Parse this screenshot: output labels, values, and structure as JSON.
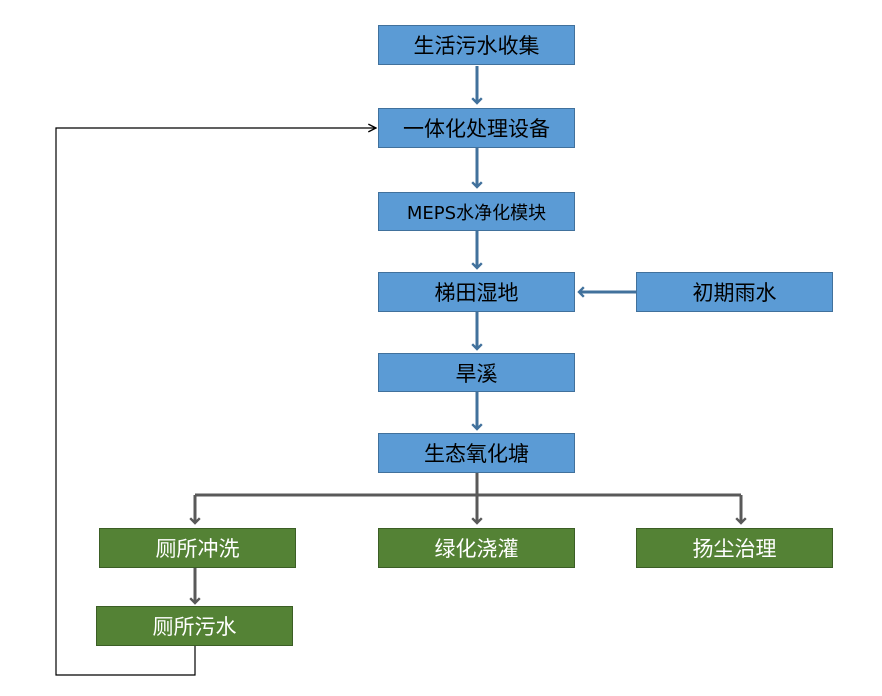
{
  "nodes": {
    "sewage_collection": "生活污水收集",
    "integrated_equipment": "一体化处理设备",
    "meps_purification": "MEPS水净化模块",
    "terraced_wetland": "梯田湿地",
    "initial_rainwater": "初期雨水",
    "dry_creek": "旱溪",
    "ecological_pond": "生态氧化塘",
    "toilet_flushing": "厕所冲洗",
    "greening_irrigation": "绿化浇灌",
    "dust_control": "扬尘治理",
    "toilet_sewage": "厕所污水"
  },
  "colors": {
    "process_fill": "#5b9bd5",
    "process_border": "#41719c",
    "reuse_fill": "#548235",
    "reuse_border": "#3b5e25",
    "blue_arrow": "#41719c",
    "gray_arrow": "#595959",
    "loop_line": "#000000"
  }
}
